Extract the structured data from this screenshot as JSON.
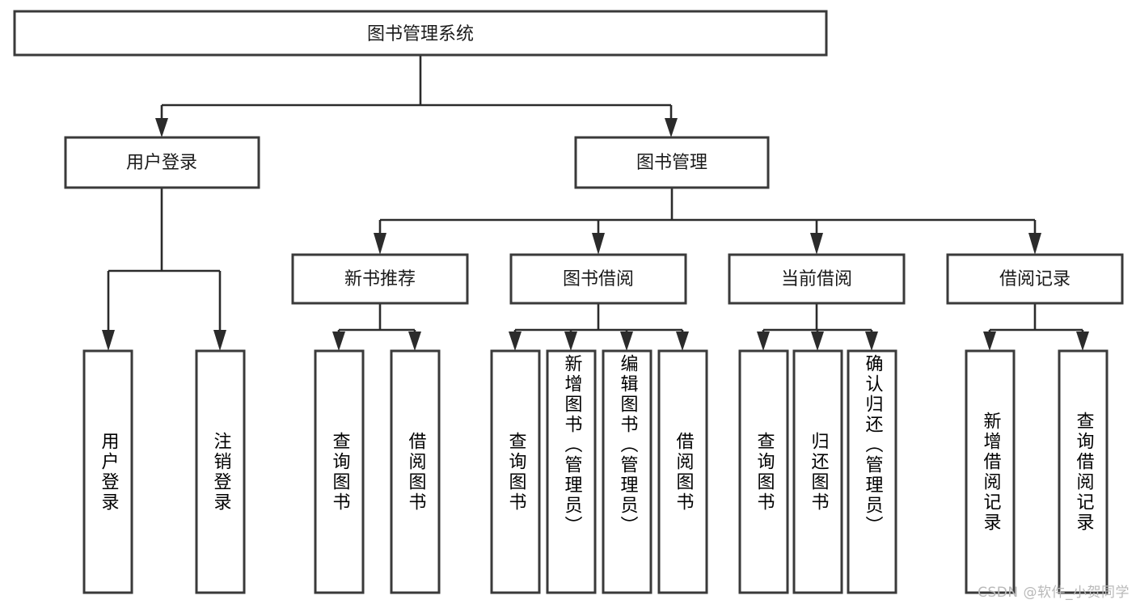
{
  "diagram": {
    "title": "图书管理系统",
    "type": "tree-hierarchy-diagram",
    "root": {
      "label": "图书管理系统"
    },
    "level2": [
      {
        "label": "用户登录"
      },
      {
        "label": "图书管理"
      }
    ],
    "level3": [
      {
        "label": "新书推荐"
      },
      {
        "label": "图书借阅"
      },
      {
        "label": "当前借阅"
      },
      {
        "label": "借阅记录"
      }
    ],
    "leaves": {
      "user_login": [
        {
          "label": "用户登录"
        },
        {
          "label": "注销登录"
        }
      ],
      "new_book_recommend": [
        {
          "label": "查询图书"
        },
        {
          "label": "借阅图书"
        }
      ],
      "book_borrow": [
        {
          "label": "查询图书"
        },
        {
          "label": "新增图书（管理员）"
        },
        {
          "label": "编辑图书（管理员）"
        },
        {
          "label": "借阅图书"
        }
      ],
      "current_borrow": [
        {
          "label": "查询图书"
        },
        {
          "label": "归还图书"
        },
        {
          "label": "确认归还（管理员）"
        }
      ],
      "borrow_record": [
        {
          "label": "新增借阅记录"
        },
        {
          "label": "查询借阅记录"
        }
      ]
    },
    "colors": {
      "box_stroke": "#3a3a3a",
      "box_fill": "#ffffff",
      "connector": "#2b2b2b",
      "text": "#1b1b1b",
      "watermark": "#b9b9b9",
      "background": "#ffffff"
    }
  },
  "watermark": {
    "text": "CSDN @软件_小贺同学"
  }
}
